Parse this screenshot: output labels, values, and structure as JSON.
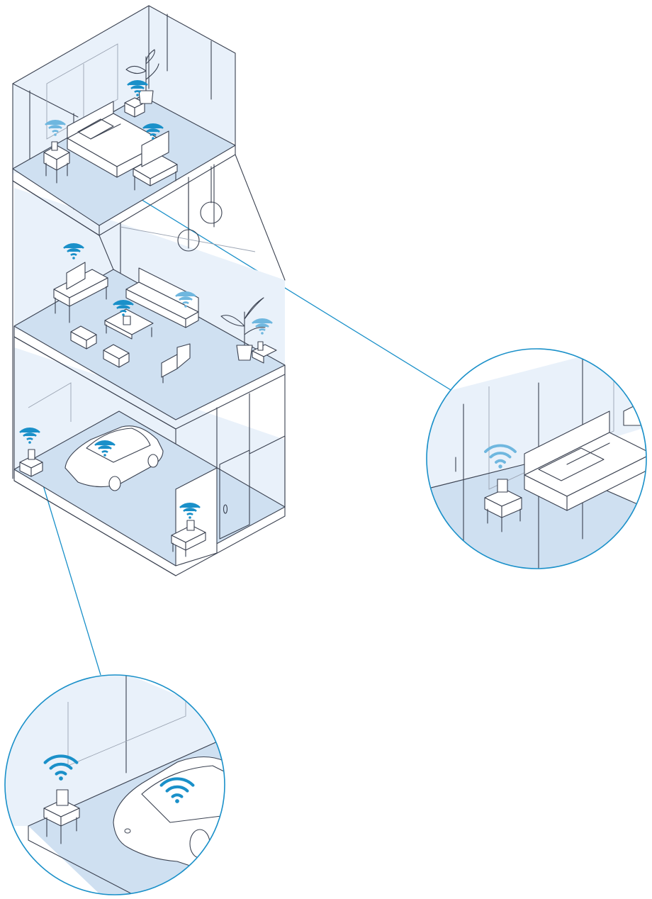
{
  "colors": {
    "accent": "#1a90c9",
    "wifi_light": "#6fb7df",
    "floor": "#cfe0f1",
    "wall": "#e9f1fa",
    "line": "#3a4150"
  },
  "icons": {
    "wifi": "wifi-icon",
    "router": "mesh-router-icon"
  },
  "floors": [
    {
      "name": "bedroom-floor",
      "devices": [
        "mesh-router",
        "tv",
        "plant-speaker",
        "bed"
      ]
    },
    {
      "name": "living-floor",
      "devices": [
        "tv",
        "table",
        "sofa",
        "plant-speaker"
      ]
    },
    {
      "name": "garage-floor",
      "devices": [
        "mesh-router",
        "car",
        "desk"
      ]
    }
  ],
  "callouts": [
    {
      "name": "bedroom-router-zoom",
      "target": "bedroom-mesh-router"
    },
    {
      "name": "garage-router-zoom",
      "target": "garage-mesh-router"
    }
  ]
}
